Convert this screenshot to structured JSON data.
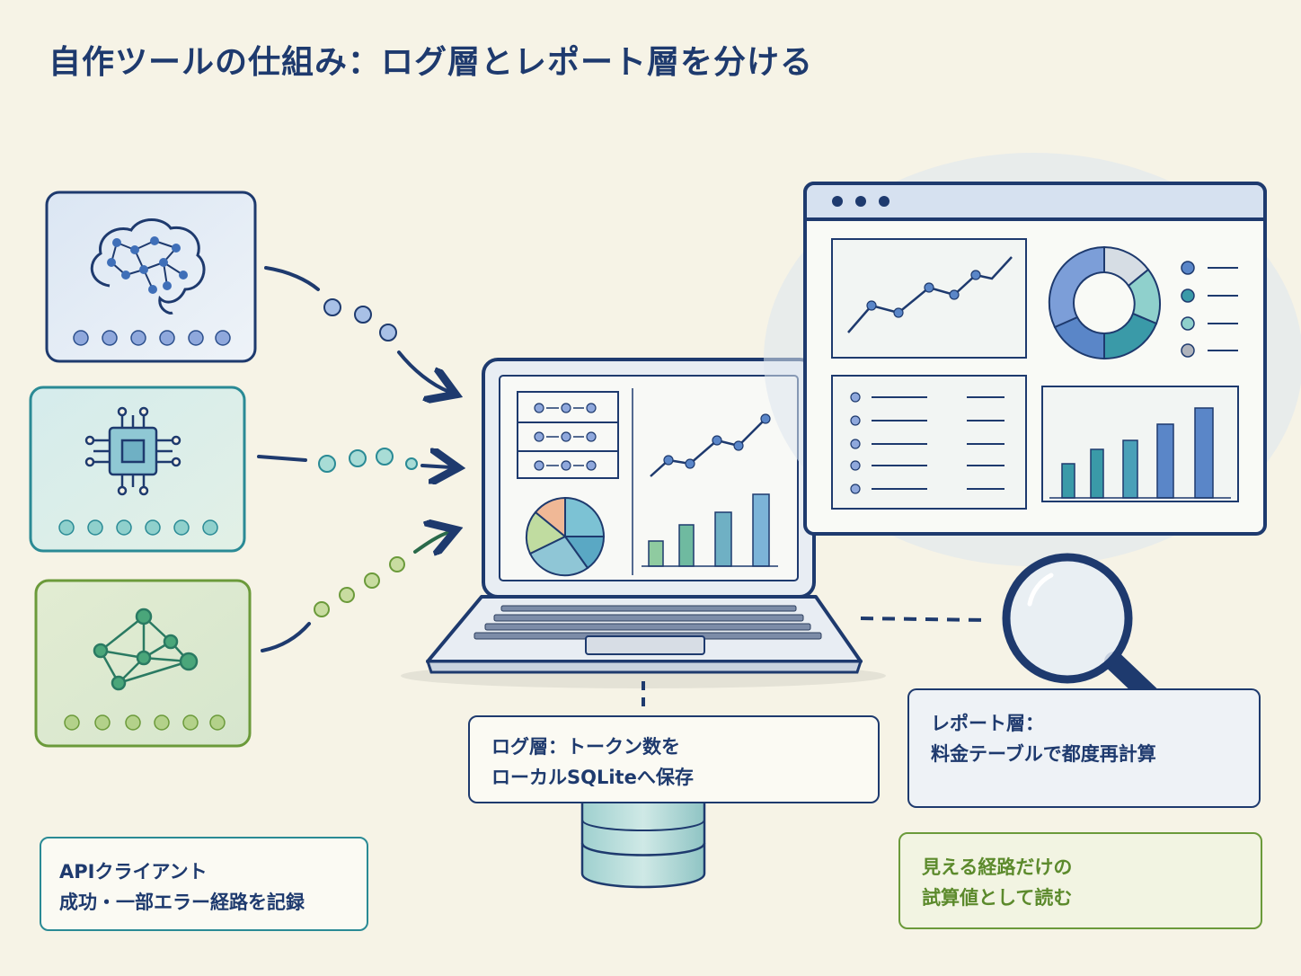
{
  "title": "自作ツールの仕組み：ログ層とレポート層を分ける",
  "labels": {
    "log_layer": {
      "line1": "ログ層：トークン数を",
      "line2": "ローカルSQLiteへ保存"
    },
    "report_layer": {
      "line1": "レポート層：",
      "line2": "料金テーブルで都度再計算"
    },
    "api_client": {
      "line1": "APIクライアント",
      "line2": "成功・一部エラー経路を記録"
    },
    "estimate_note": {
      "line1": "見える経路だけの",
      "line2": "試算値として読む"
    }
  },
  "sources": [
    {
      "icon": "brain-icon",
      "color": "#1e3a6e"
    },
    {
      "icon": "chip-icon",
      "color": "#2a8a95"
    },
    {
      "icon": "network-icon",
      "color": "#5c8a2c"
    }
  ],
  "colors": {
    "navy": "#1e3a6e",
    "teal": "#2a8a95",
    "green": "#6b9a3a",
    "paper": "#f6f3e6"
  }
}
